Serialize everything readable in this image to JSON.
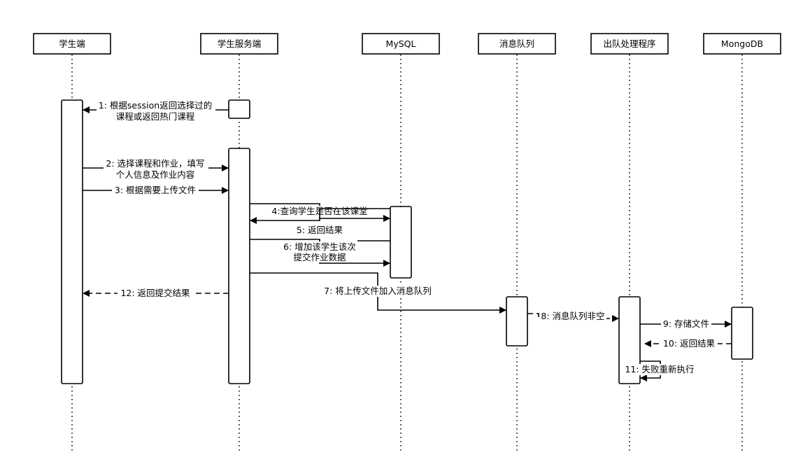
{
  "participants": {
    "student_client": "学生端",
    "student_service": "学生服务端",
    "mysql": "MySQL",
    "message_queue": "消息队列",
    "dequeue_handler": "出队处理程序",
    "mongodb": "MongoDB"
  },
  "messages": {
    "m1": [
      "1: 根据session返回选择过的",
      "课程或返回热门课程"
    ],
    "m2": [
      "2: 选择课程和作业，填写",
      "个人信息及作业内容"
    ],
    "m3": [
      "3: 根据需要上传文件"
    ],
    "m4": [
      "4:查询学生是否在该课堂"
    ],
    "m5": [
      "5: 返回结果"
    ],
    "m6": [
      "6: 增加该学生该次",
      "提交作业数据"
    ],
    "m7": [
      "7: 将上传文件加入消息队列"
    ],
    "m8": [
      "8: 消息队列非空"
    ],
    "m9": [
      "9: 存储文件"
    ],
    "m10": [
      "10: 返回结果"
    ],
    "m11": [
      "11: 失败重新执行"
    ],
    "m12": [
      "12: 返回提交结果"
    ]
  }
}
